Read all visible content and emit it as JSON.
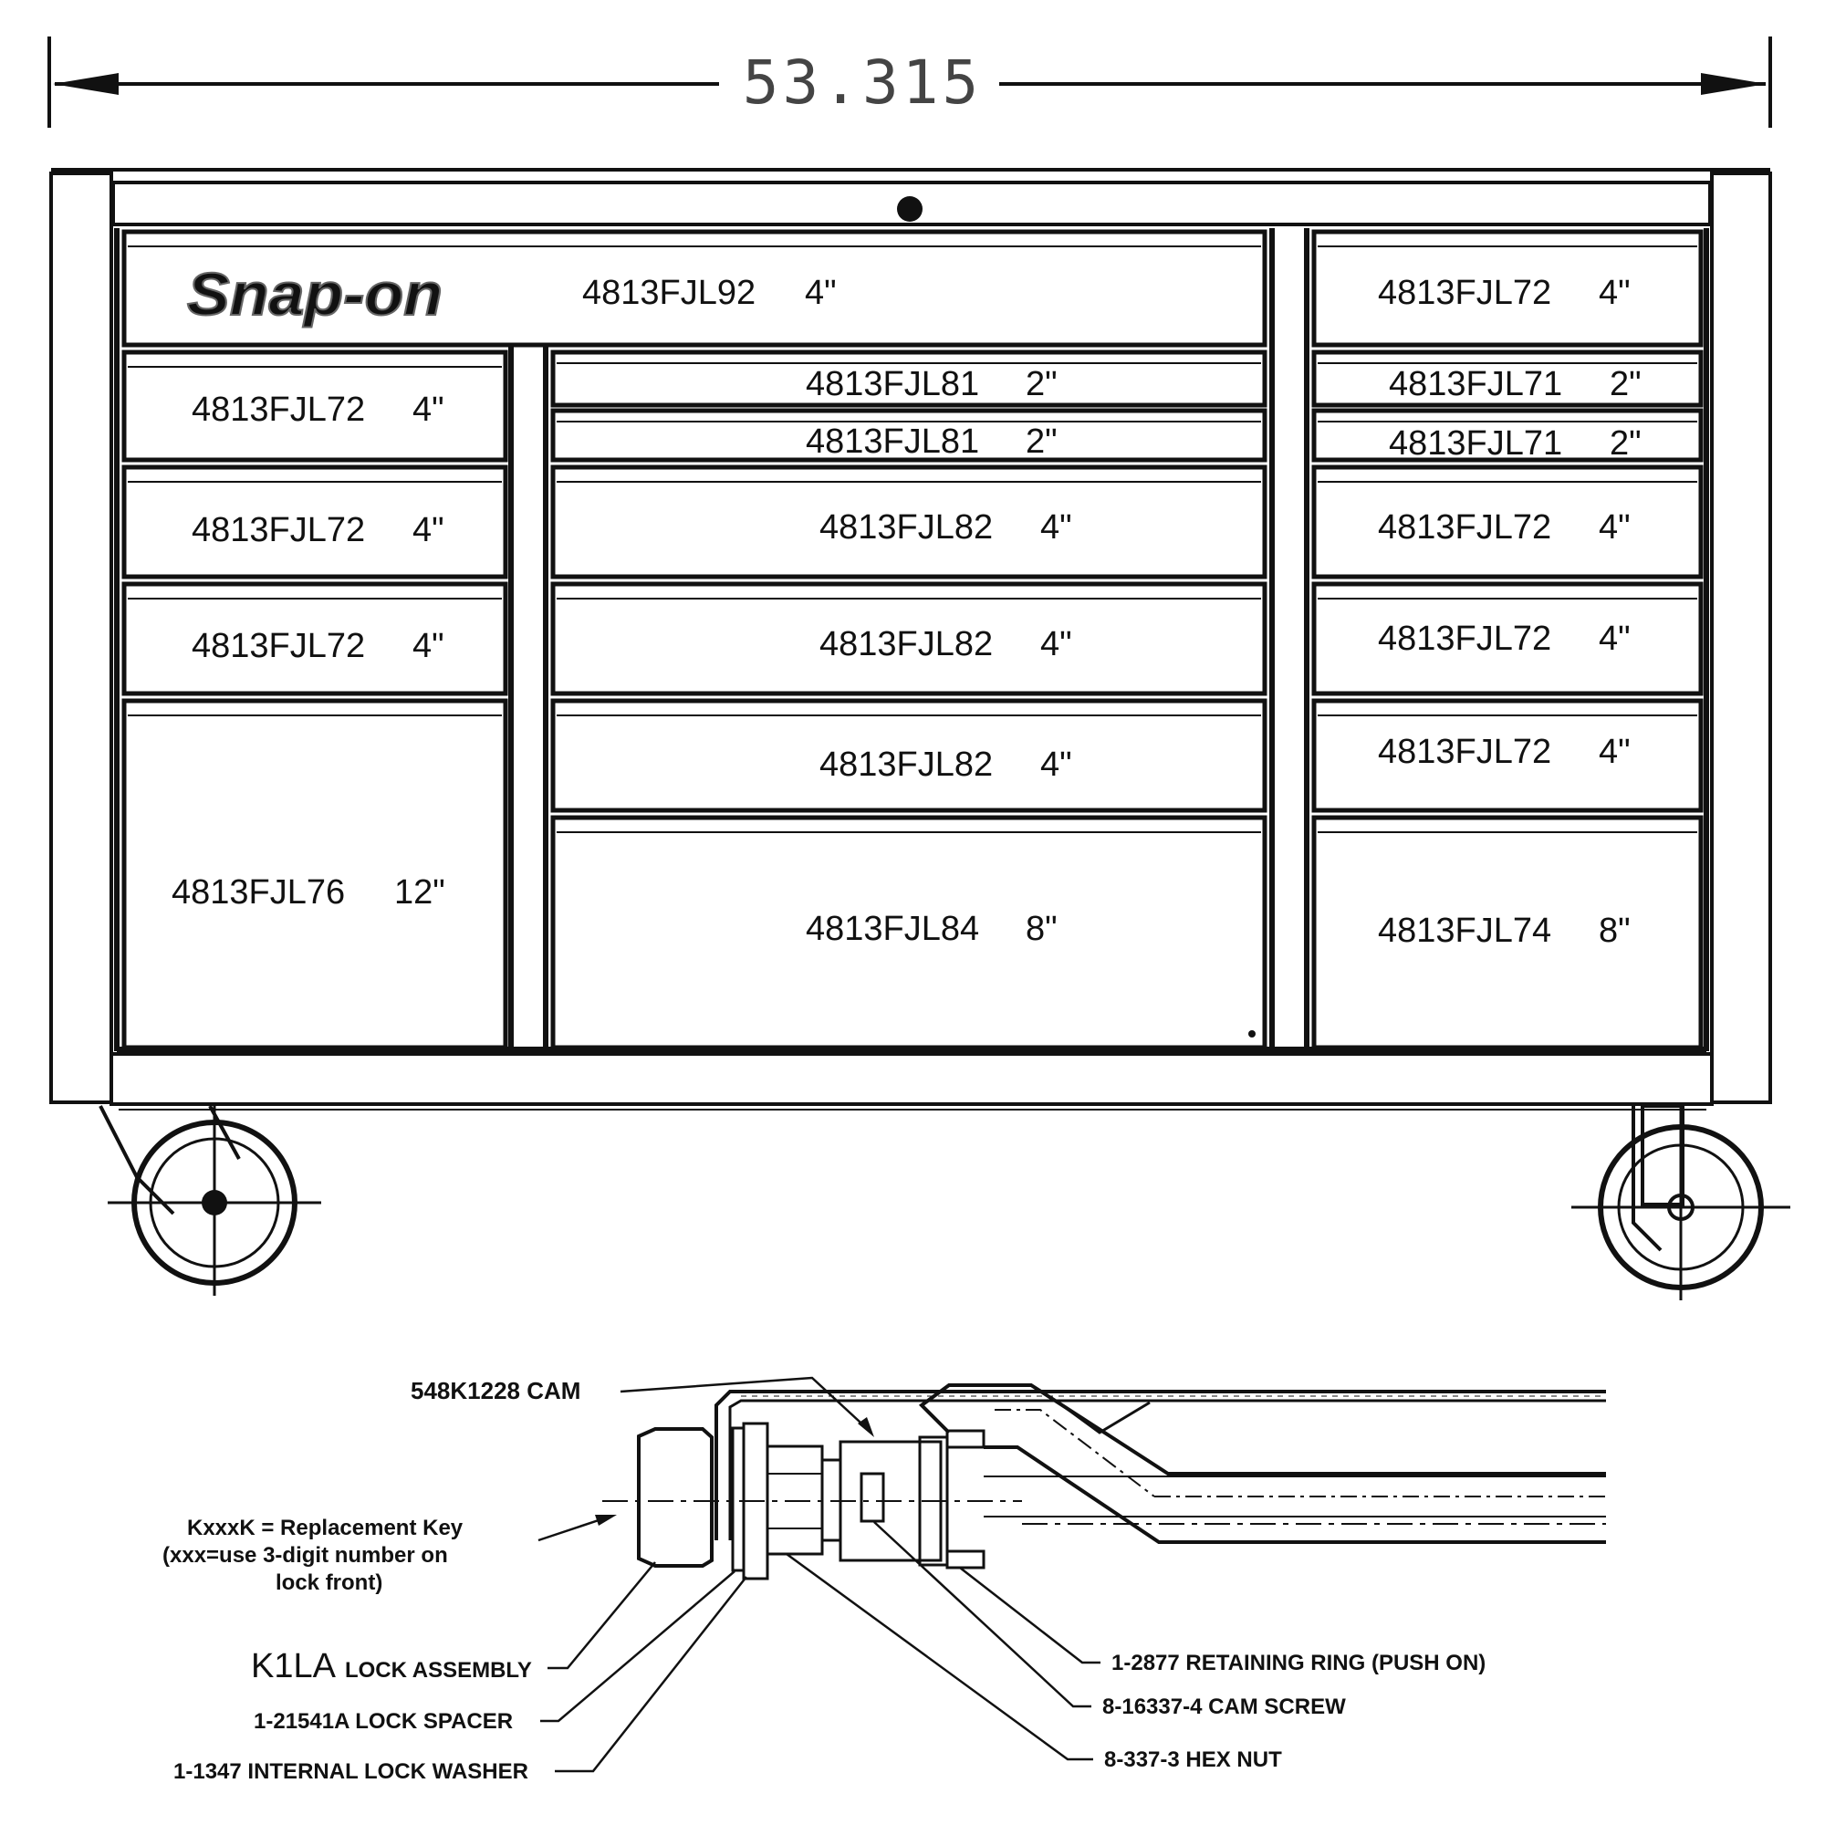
{
  "dimension": "53.315",
  "brand": "Snap-on",
  "drawers": {
    "top_wide": {
      "part": "4813FJL92",
      "size": "4\""
    },
    "right_top": {
      "part": "4813FJL72",
      "size": "4\""
    },
    "left": [
      {
        "part": "4813FJL72",
        "size": "4\""
      },
      {
        "part": "4813FJL72",
        "size": "4\""
      },
      {
        "part": "4813FJL72",
        "size": "4\""
      },
      {
        "part": "4813FJL76",
        "size": "12\""
      }
    ],
    "center": [
      {
        "part": "4813FJL81",
        "size": "2\""
      },
      {
        "part": "4813FJL81",
        "size": "2\""
      },
      {
        "part": "4813FJL82",
        "size": "4\""
      },
      {
        "part": "4813FJL82",
        "size": "4\""
      },
      {
        "part": "4813FJL82",
        "size": "4\""
      },
      {
        "part": "4813FJL84",
        "size": "8\""
      }
    ],
    "right": [
      {
        "part": "4813FJL71",
        "size": "2\""
      },
      {
        "part": "4813FJL71",
        "size": "2\""
      },
      {
        "part": "4813FJL72",
        "size": "4\""
      },
      {
        "part": "4813FJL72",
        "size": "4\""
      },
      {
        "part": "4813FJL72",
        "size": "4\""
      },
      {
        "part": "4813FJL74",
        "size": "8\""
      }
    ]
  },
  "lock_callouts": {
    "cam": "548K1228 CAM",
    "key_line1": "KxxxK = Replacement Key",
    "key_line2": "(xxx=use 3-digit number on",
    "key_line3": "lock front)",
    "assembly_code": "K1LA",
    "assembly_desc": "LOCK ASSEMBLY",
    "spacer": "1-21541A LOCK SPACER",
    "washer": "1-1347 INTERNAL LOCK WASHER",
    "ring": "1-2877 RETAINING RING (PUSH ON)",
    "screw": "8-16337-4 CAM SCREW",
    "nut": "8-337-3 HEX NUT"
  }
}
